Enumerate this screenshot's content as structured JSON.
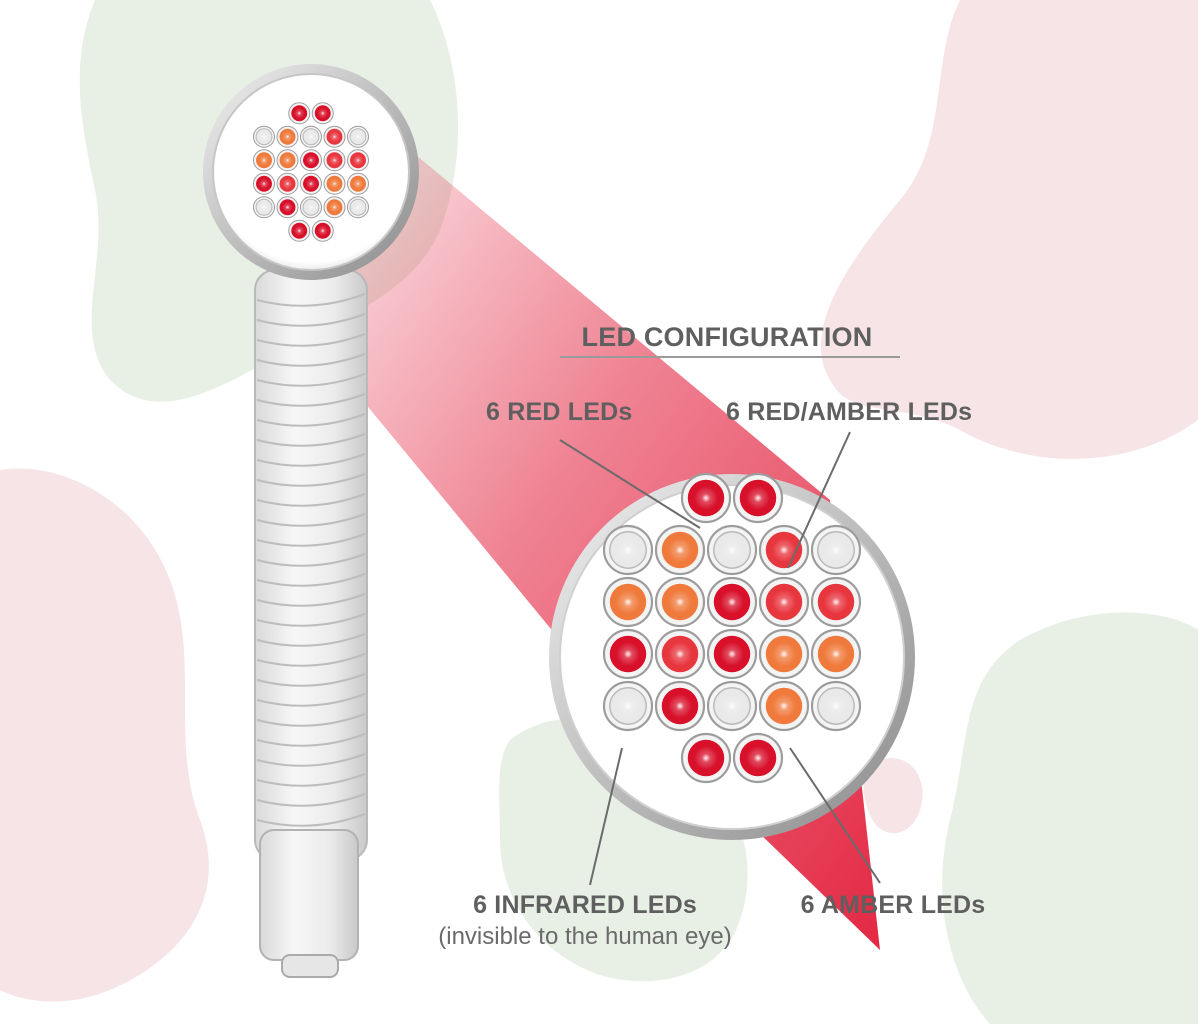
{
  "diagram": {
    "heading": "LED CONFIGURATION",
    "labels": {
      "red": "6 RED LEDs",
      "red_amber": "6 RED/AMBER LEDs",
      "infrared": "6 INFRARED LEDs",
      "infrared_note": "(invisible to the human eye)",
      "amber": "6 AMBER LEDs"
    },
    "colors": {
      "red": "#d8102a",
      "red_amber": "#e8363f",
      "amber": "#f07a3c",
      "infrared": "#e9e9e9",
      "beam": "#e21d3a",
      "blob_pink": "#f6e4e6",
      "blob_green": "#e8f0e6"
    },
    "led_grid": [
      [
        "",
        "red",
        "red",
        ""
      ],
      [
        "infrared",
        "amber",
        "infrared",
        "red_amber",
        "infrared"
      ],
      [
        "amber",
        "amber",
        "red",
        "red_amber",
        "red_amber"
      ],
      [
        "red",
        "red_amber",
        "red",
        "amber",
        "amber"
      ],
      [
        "infrared",
        "red",
        "infrared",
        "amber",
        "infrared"
      ],
      [
        "",
        "red",
        "red",
        ""
      ]
    ]
  }
}
